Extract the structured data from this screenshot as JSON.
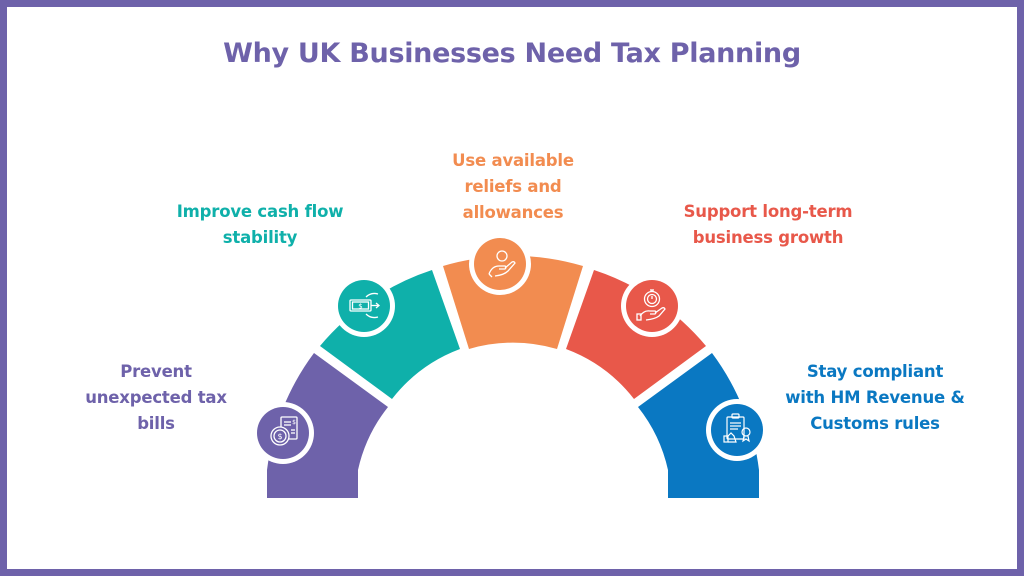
{
  "title": "Why UK Businesses Need Tax Planning",
  "colors": {
    "border": "#6E62AA",
    "title": "#6E62AA",
    "purple": "#6E62AA",
    "teal": "#0FB0AA",
    "orange": "#F28C50",
    "red": "#E8584A",
    "blue": "#0A78C2"
  },
  "items": [
    {
      "label_line1": "Prevent",
      "label_line2": "unexpected tax",
      "label_line3": "bills",
      "color": "#6E62AA",
      "icon": "receipt-coin-icon"
    },
    {
      "label_line1": "Improve cash flow",
      "label_line2": "stability",
      "color": "#0FB0AA",
      "icon": "cash-flow-icon"
    },
    {
      "label_line1": "Use available",
      "label_line2": "reliefs and",
      "label_line3": "allowances",
      "color": "#F28C50",
      "icon": "hand-coin-icon"
    },
    {
      "label_line1": "Support long-term",
      "label_line2": "business growth",
      "color": "#E8584A",
      "icon": "hand-stopwatch-icon"
    },
    {
      "label_line1": "Stay compliant",
      "label_line2": "with HM Revenue &",
      "label_line3": "Customs rules",
      "color": "#0A78C2",
      "icon": "clipboard-certificate-icon"
    }
  ]
}
